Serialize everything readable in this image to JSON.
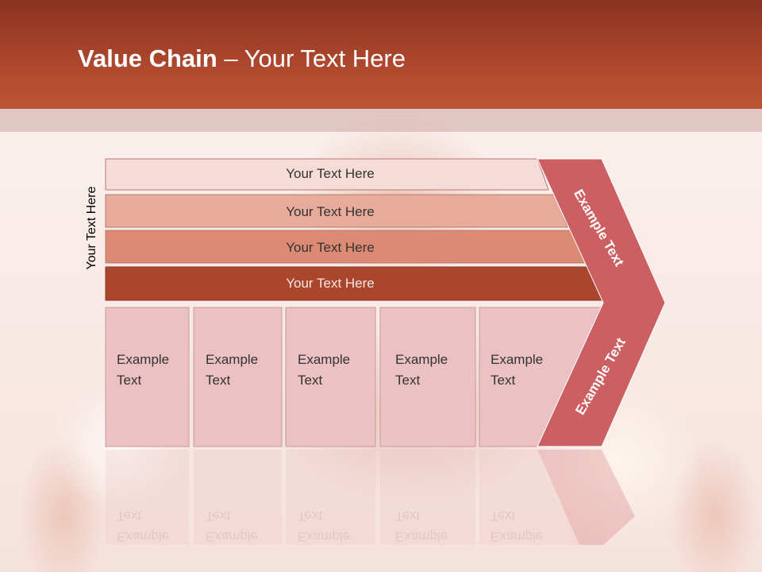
{
  "title": {
    "bold": "Value Chain",
    "rest": " – Your Text Here"
  },
  "side_label": "Your Text Here",
  "rows": [
    {
      "label": "Your Text Here",
      "color": "#f5dcd7"
    },
    {
      "label": "Your Text Here",
      "color": "#e6ab9a"
    },
    {
      "label": "Your Text Here",
      "color": "#dc8a74"
    },
    {
      "label": "Your Text Here",
      "color": "#a9462c"
    }
  ],
  "columns": [
    {
      "line1": "Example",
      "line2": "Text"
    },
    {
      "line1": "Example",
      "line2": "Text"
    },
    {
      "line1": "Example",
      "line2": "Text"
    },
    {
      "line1": "Example",
      "line2": "Text"
    },
    {
      "line1": "Example",
      "line2": "Text"
    }
  ],
  "chevron": {
    "top": "Example Text",
    "bottom": "Example Text",
    "color": "#cc5f62"
  },
  "colors": {
    "header": "#b34c30",
    "column_fill": "#ebc1c3"
  }
}
